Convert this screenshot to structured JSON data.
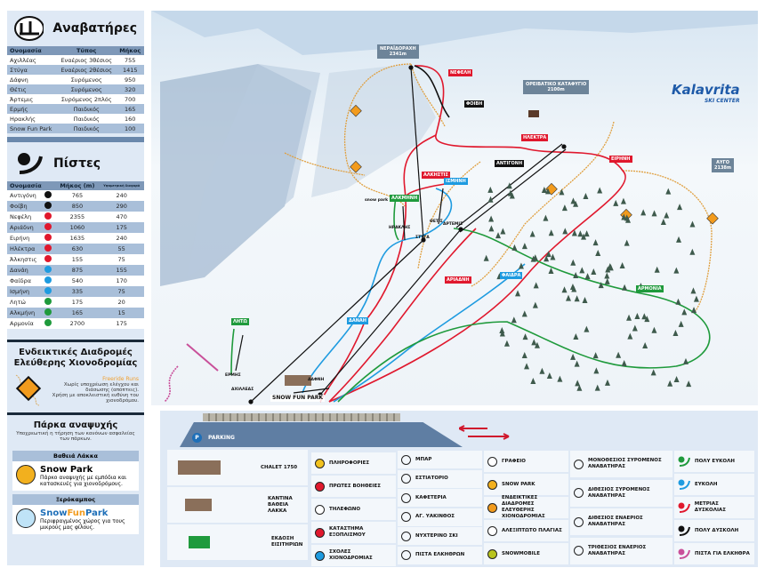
{
  "lifts": {
    "title": "Αναβατήρες",
    "headers": [
      "Ονομασία",
      "Τύπος",
      "Μήκος"
    ],
    "rows": [
      [
        "Αχιλλέας",
        "Εναέριος 3θέσιος",
        "755"
      ],
      [
        "Στύγα",
        "Εναέριος 2θέσιος",
        "1415"
      ],
      [
        "Δάφνη",
        "Συρόμενος",
        "950"
      ],
      [
        "Θέτις",
        "Συρόμενος",
        "320"
      ],
      [
        "Άρτεμις",
        "Συρόμενος 2πλός",
        "700"
      ],
      [
        "Ερμής",
        "Παιδικός",
        "165"
      ],
      [
        "Ηρακλής",
        "Παιδικός",
        "160"
      ],
      [
        "Snow Fun Park",
        "Παιδικός",
        "100"
      ]
    ]
  },
  "pistes": {
    "title": "Πίστες",
    "headers": [
      "Ονομασία",
      "Μήκος (m)",
      "Υψομετρική διαφορά"
    ],
    "rows": [
      {
        "name": "Αντιγόνη",
        "color": "#111111",
        "length": "765",
        "drop": "240"
      },
      {
        "name": "Φοίβη",
        "color": "#111111",
        "length": "850",
        "drop": "290"
      },
      {
        "name": "Νεφέλη",
        "color": "#e0182d",
        "length": "2355",
        "drop": "470"
      },
      {
        "name": "Αριάδνη",
        "color": "#e0182d",
        "length": "1060",
        "drop": "175"
      },
      {
        "name": "Ειρήνη",
        "color": "#e0182d",
        "length": "1635",
        "drop": "240"
      },
      {
        "name": "Ηλέκτρα",
        "color": "#e0182d",
        "length": "630",
        "drop": "55"
      },
      {
        "name": "Άλκηστις",
        "color": "#e0182d",
        "length": "155",
        "drop": "75"
      },
      {
        "name": "Δανάη",
        "color": "#1e9be0",
        "length": "875",
        "drop": "155"
      },
      {
        "name": "Φαίδρα",
        "color": "#1e9be0",
        "length": "540",
        "drop": "170"
      },
      {
        "name": "Ισμήνη",
        "color": "#1e9be0",
        "length": "335",
        "drop": "75"
      },
      {
        "name": "Λητώ",
        "color": "#1f9a3c",
        "length": "175",
        "drop": "20"
      },
      {
        "name": "Αλκμήνη",
        "color": "#1f9a3c",
        "length": "165",
        "drop": "15"
      },
      {
        "name": "Αρμονία",
        "color": "#1f9a3c",
        "length": "2700",
        "drop": "175"
      }
    ]
  },
  "freeride": {
    "title1": "Ενδεικτικές Διαδρομές",
    "title2": "Ελεύθερης Χιονοδρομίας",
    "subtitle": "Freeride Runs",
    "text1": "Χωρίς υποχρέωση ελέγχου και διάσωσης (απόπτεις).",
    "text2": "Χρήση με αποκλειστική ευθύνη του χιονοδρόμου."
  },
  "parks": {
    "title": "Πάρκα αναψυχής",
    "subtitle": "Υποχρεωτική η τήρηση των κανόνων ασφαλείας των πάρκων.",
    "snowpark": {
      "location": "Βαθειά Λάκκα",
      "name": "Snow Park",
      "desc": "Πάρκο αναψυχής με εμπόδια και κατασκευές για χιονοδρόμους."
    },
    "funpark": {
      "location": "Ξερόκαμπος",
      "name_a": "Snow",
      "name_b": "Fun",
      "name_c": "Park",
      "desc": "Περιφραγμένος χώρος για τους μικρούς μας φίλους."
    }
  },
  "map": {
    "summit": "ΝΕΡΑΪΔΟΡΑΧΗ",
    "summit_alt": "2341m",
    "refuge": "ΟΡΕΙΒΑΤΙΚΟ ΚΑΤΑΦΥΓΙΟ",
    "refuge_alt": "2100m",
    "avgo": "ΑΥΓΟ",
    "avgo_alt": "2138m",
    "logo": "Kalavrita",
    "logo_sub": "SKI CENTER",
    "piste_labels": {
      "nefeli": "ΝΕΦΕΛΗ",
      "foivi": "ΦΟΙΒΗ",
      "ilektra": "ΗΛΕΚΤΡΑ",
      "eirini": "ΕΙΡΗΝΗ",
      "antigoni": "ΑΝΤΙΓΟΝΗ",
      "alkistis": "ΑΛΚΗΣΤΙΣ",
      "ismini": "ΙΣΜΗΝΗ",
      "alkmini": "ΑΛΚΜΗΝΗ",
      "ariadni": "ΑΡΙΑΔΝΗ",
      "faidra": "ΦΑΙΔΡΑ",
      "armonia": "ΑΡΜΟΝΙΑ",
      "danai": "ΔΑΝΑΗ",
      "lito": "ΛΗΤΩ"
    },
    "lift_labels": {
      "iraklis": "ΗΡΑΚΛΗΣ",
      "styga": "ΣΤΥΓΑ",
      "thetis": "ΘΕΤΙΣ",
      "artemis": "ΑΡΤΕΜΙΣ",
      "ermis": "ΕΡΜΗΣ",
      "achilleas": "ΑΧΙΛΛΕΑΣ",
      "dafni": "ΔΑΦΝΗ",
      "funpark": "SNOW FUN PARK"
    },
    "snowpark": "snow park"
  },
  "legend": {
    "parking": "PARKING",
    "buildings": [
      "CHALET 1750",
      "ΚΑΝΤΙΝΑ ΒΑΘΕΙΑ ΛΑΚΚΑ",
      "ΕΚΔΟΣΗ ΕΙΣΙΤΗΡΙΩΝ"
    ],
    "col1": [
      "ΠΛΗΡΟΦΟΡΙΕΣ",
      "ΠΡΩΤΕΣ ΒΟΗΘΕΙΕΣ",
      "ΤΗΛΕΦΩΝΟ",
      "ΚΑΤΑΣΤΗΜΑ ΕΞΟΠΛΙΣΜΟΥ",
      "ΣΧΟΛΕΣ ΧΙΟΝΟΔΡΟΜΙΑΣ"
    ],
    "col2": [
      "ΜΠΑΡ",
      "ΕΣΤΙΑΤΟΡΙΟ",
      "ΚΑΦΕΤΕΡΙΑ",
      "ΑΓ. ΥΑΚΙΝΘΟΣ",
      "ΝΥΧΤΕΡΙΝΟ ΣΚΙ",
      "ΠΙΣΤΑ ΕΛΚΗΘΡΩΝ"
    ],
    "col3": [
      "ΓΡΑΦΕΙΟ",
      "SNOW PARK",
      "ΕΝΔΕΙΚΤΙΚΕΣ ΔΙΑΔΡΟΜΕΣ ΕΛΕΥΘΕΡΗΣ ΧΙΟΝΟΔΡΟΜΙΑΣ",
      "ΑΛΕΞΙΠΤΩΤΟ ΠΛΑΓΙΑΣ",
      "SNOWMOBILE"
    ],
    "col4": [
      "ΜΟΝΟΘΕΣΙΟΣ ΣΥΡΟΜΕΝΟΣ ΑΝΑΒΑΤΗΡΑΣ",
      "ΔΙΘΕΣΙΟΣ ΣΥΡΟΜΕΝΟΣ ΑΝΑΒΑΤΗΡΑΣ",
      "ΔΙΘΕΣΙΟΣ ΕΝΑΕΡΙΟΣ ΑΝΑΒΑΤΗΡΑΣ",
      "ΤΡΙΘΕΣΙΟΣ ΕΝΑΕΡΙΟΣ ΑΝΑΒΑΤΗΡΑΣ"
    ],
    "col5": [
      {
        "label": "ΠΟΛΥ ΕΥΚΟΛΗ",
        "color": "#1f9a3c"
      },
      {
        "label": "ΕΥΚΟΛΗ",
        "color": "#1e9be0"
      },
      {
        "label": "ΜΕΤΡΙΑΣ ΔΥΣΚΟΛΙΑΣ",
        "color": "#e0182d"
      },
      {
        "label": "ΠΟΛΥ ΔΥΣΚΟΛΗ",
        "color": "#111111"
      },
      {
        "label": "ΠΙΣΤΑ ΓΙΑ ΕΛΚΗΘΡΑ",
        "color": "#c9509a"
      }
    ]
  }
}
